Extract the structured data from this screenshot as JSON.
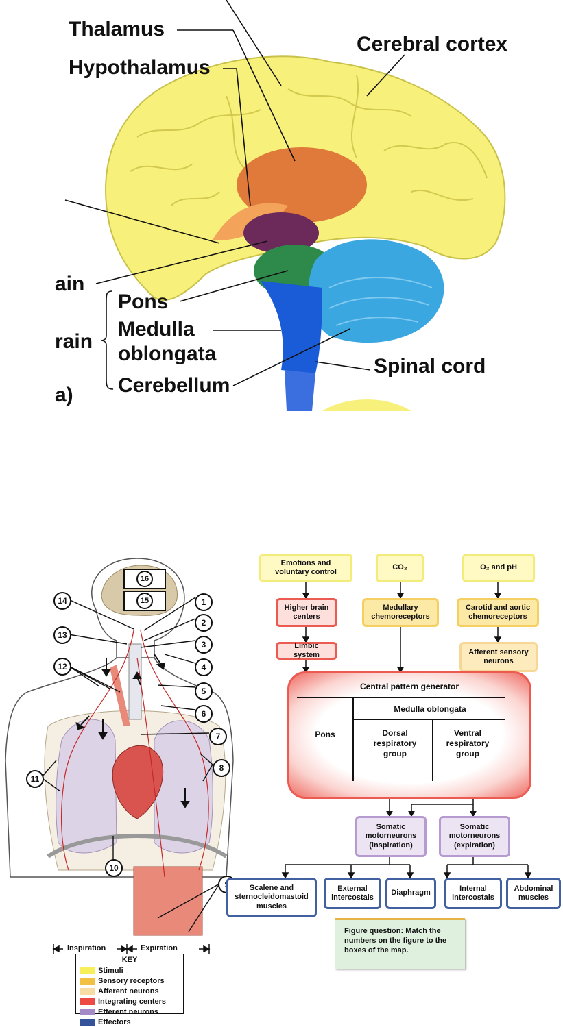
{
  "brain": {
    "labels": {
      "thalamus": "Thalamus",
      "hypothalamus": "Hypothalamus",
      "cerebral_cortex": "Cerebral cortex",
      "midbrain_fragment": "ain",
      "pons": "Pons",
      "medulla_line1": "Medulla",
      "medulla_line2": "oblongata",
      "hindbrain_fragment": "rain",
      "cerebellum": "Cerebellum",
      "spinal_cord": "Spinal cord",
      "panel_fragment": "a)"
    },
    "colors": {
      "cerebrum": "#f7f07a",
      "thalamus": "#e07a3a",
      "midbrain": "#6b2a5a",
      "pons": "#2e8a4a",
      "cerebellum": "#3aa7e0",
      "medulla": "#1a5bd8"
    }
  },
  "respiratory": {
    "numbers": [
      "1",
      "2",
      "3",
      "4",
      "5",
      "6",
      "7",
      "8",
      "9",
      "10",
      "11",
      "12",
      "13",
      "14",
      "15",
      "16"
    ],
    "inspiration_label": "Inspiration",
    "expiration_label": "Expiration"
  },
  "key": {
    "title": "KEY",
    "items": [
      {
        "label": "Stimuli",
        "color": "#f6ef5a"
      },
      {
        "label": "Sensory receptors",
        "color": "#f2c043"
      },
      {
        "label": "Afferent neurons",
        "color": "#f7dca4"
      },
      {
        "label": "Integrating centers",
        "color": "#ec4a43"
      },
      {
        "label": "Efferent neurons",
        "color": "#a48bc8"
      },
      {
        "label": "Effectors",
        "color": "#34539a"
      }
    ]
  },
  "map": {
    "emotions": "Emotions and voluntary control",
    "co2": "CO₂",
    "o2ph": "O₂ and pH",
    "higher": "Higher brain centers",
    "limbic": "Limbic system",
    "medullary": "Medullary chemoreceptors",
    "carotid": "Carotid and aortic chemoreceptors",
    "afferent": "Afferent sensory neurons",
    "cpg": "Central pattern generator",
    "medulla": "Medulla oblongata",
    "pons": "Pons",
    "dorsal": "Dorsal respiratory group",
    "ventral": "Ventral respiratory group",
    "somatic_insp": "Somatic motorneurons (inspiration)",
    "somatic_exp": "Somatic motorneurons (expiration)",
    "scalene": "Scalene and sternocleidomastoid muscles",
    "external": "External intercostals",
    "diaphragm": "Diaphragm",
    "internal": "Internal intercostals",
    "abdominal": "Abdominal muscles"
  },
  "question": "Figure question: Match the numbers on the figure to the boxes of the map."
}
